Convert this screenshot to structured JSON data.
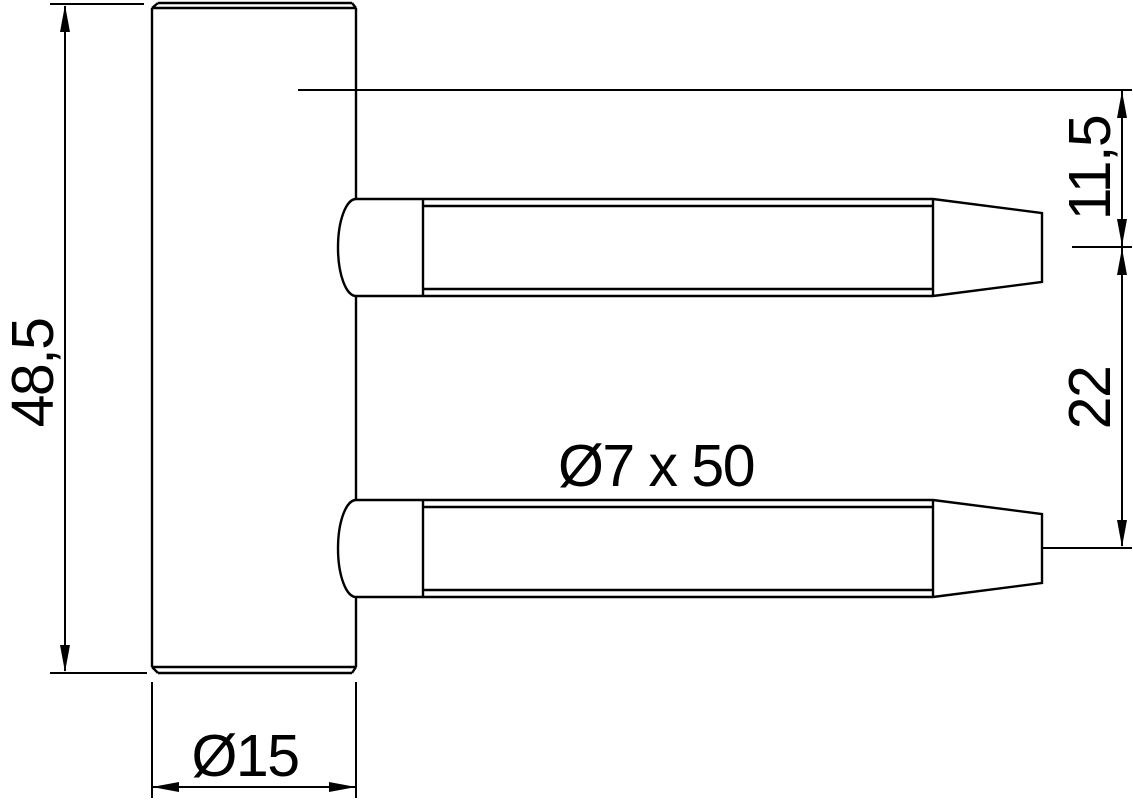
{
  "drawing": {
    "colors": {
      "line": "#000000",
      "background": "#ffffff"
    },
    "labels": {
      "overall_height": "48,5",
      "barrel_diameter": "Ø15",
      "pin_spec": "Ø7 x 50",
      "pin_offset_top": "11,5",
      "pin_spacing": "22"
    }
  }
}
